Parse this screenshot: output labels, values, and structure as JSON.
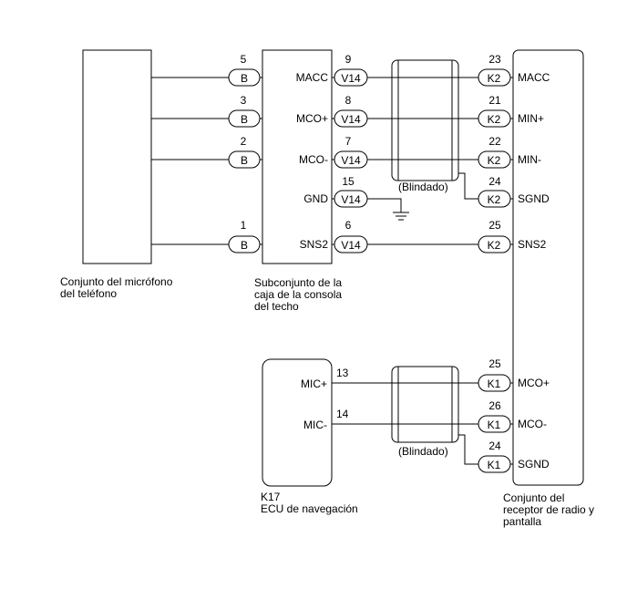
{
  "components": {
    "microphone": {
      "label_lines": [
        "Conjunto del micrófono",
        "del teléfono"
      ]
    },
    "console": {
      "label_lines": [
        "Subconjunto de la",
        "caja de la consola",
        "del techo"
      ]
    },
    "ecu": {
      "label_lines": [
        "K17",
        "ECU de navegación"
      ]
    },
    "radio": {
      "label_lines": [
        "Conjunto del",
        "receptor de radio y",
        "pantalla"
      ]
    }
  },
  "console_pins": [
    {
      "pin": "5",
      "connector": "B"
    },
    {
      "pin": "3",
      "connector": "B"
    },
    {
      "pin": "2",
      "connector": "B"
    },
    {
      "pin": "1",
      "connector": "B"
    }
  ],
  "console_right_pins": [
    {
      "pin": "9",
      "connector": "V14",
      "signal": "MACC"
    },
    {
      "pin": "8",
      "connector": "V14",
      "signal": "MCO+"
    },
    {
      "pin": "7",
      "connector": "V14",
      "signal": "MCO-"
    },
    {
      "pin": "15",
      "connector": "V14",
      "signal": "GND"
    },
    {
      "pin": "6",
      "connector": "V14",
      "signal": "SNS2"
    }
  ],
  "radio_pins_upper": [
    {
      "pin": "23",
      "connector": "K2",
      "signal": "MACC"
    },
    {
      "pin": "21",
      "connector": "K2",
      "signal": "MIN+"
    },
    {
      "pin": "22",
      "connector": "K2",
      "signal": "MIN-"
    },
    {
      "pin": "24",
      "connector": "K2",
      "signal": "SGND"
    },
    {
      "pin": "25",
      "connector": "K2",
      "signal": "SNS2"
    }
  ],
  "ecu_pins": [
    {
      "pin": "13",
      "signal": "MIC+"
    },
    {
      "pin": "14",
      "signal": "MIC-"
    }
  ],
  "radio_pins_lower": [
    {
      "pin": "25",
      "connector": "K1",
      "signal": "MCO+"
    },
    {
      "pin": "26",
      "connector": "K1",
      "signal": "MCO-"
    },
    {
      "pin": "24",
      "connector": "K1",
      "signal": "SGND"
    }
  ],
  "shield_labels": [
    "(Blindado)",
    "(Blindado)"
  ]
}
